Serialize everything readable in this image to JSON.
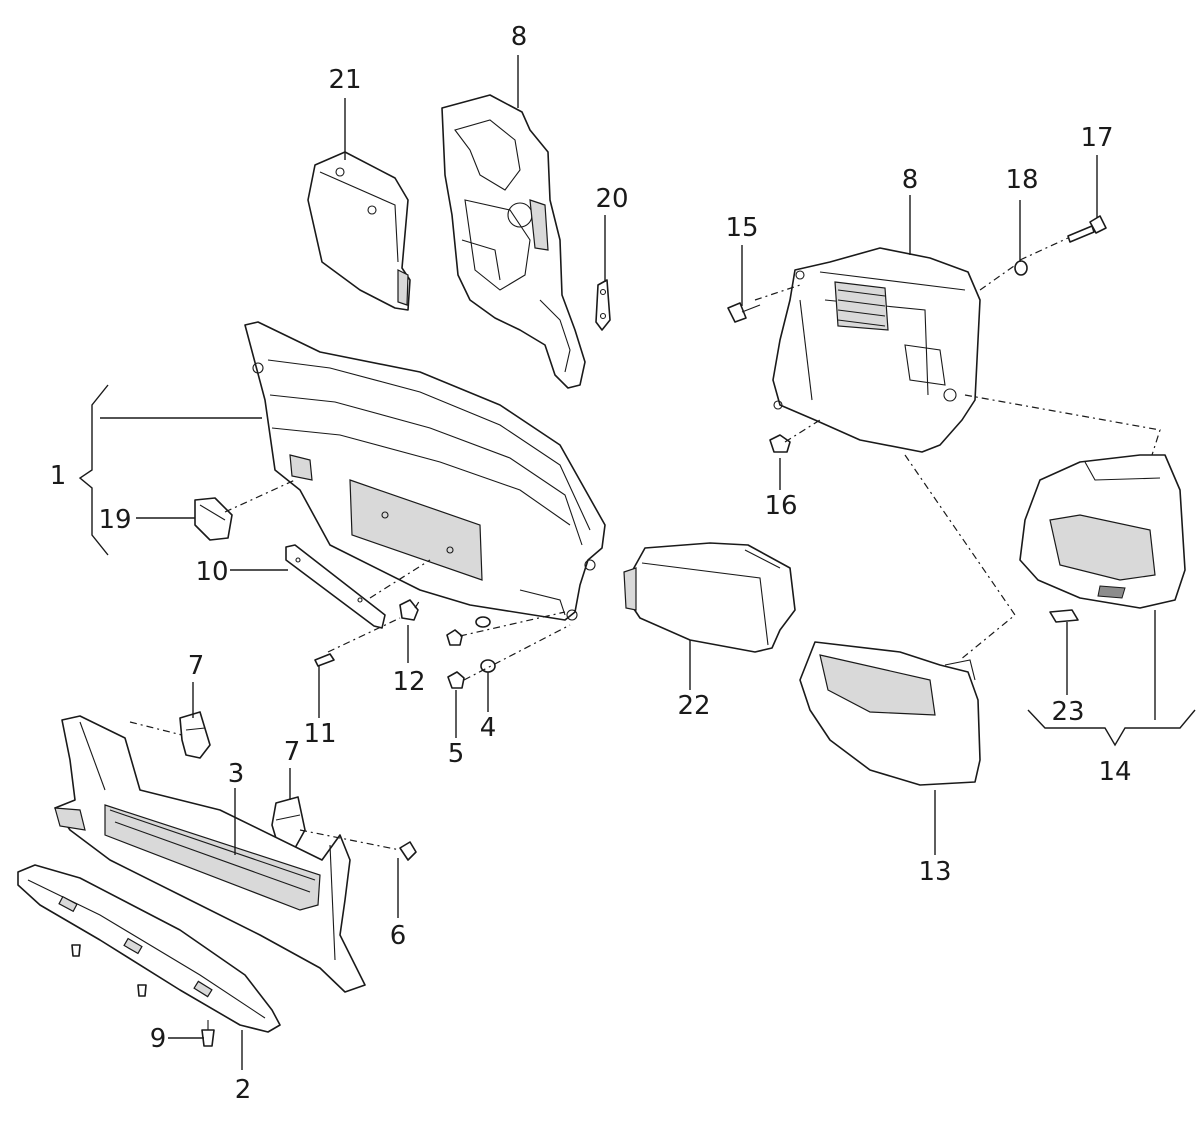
{
  "callouts": {
    "c1": "1",
    "c2": "2",
    "c3": "3",
    "c4": "4",
    "c5": "5",
    "c6": "6",
    "c7a": "7",
    "c7b": "7",
    "c8a": "8",
    "c8b": "8",
    "c9": "9",
    "c10": "10",
    "c11": "11",
    "c12": "12",
    "c13": "13",
    "c14": "14",
    "c15": "15",
    "c16": "16",
    "c17": "17",
    "c18": "18",
    "c19": "19",
    "c20": "20",
    "c21": "21",
    "c22": "22",
    "c23": "23"
  }
}
